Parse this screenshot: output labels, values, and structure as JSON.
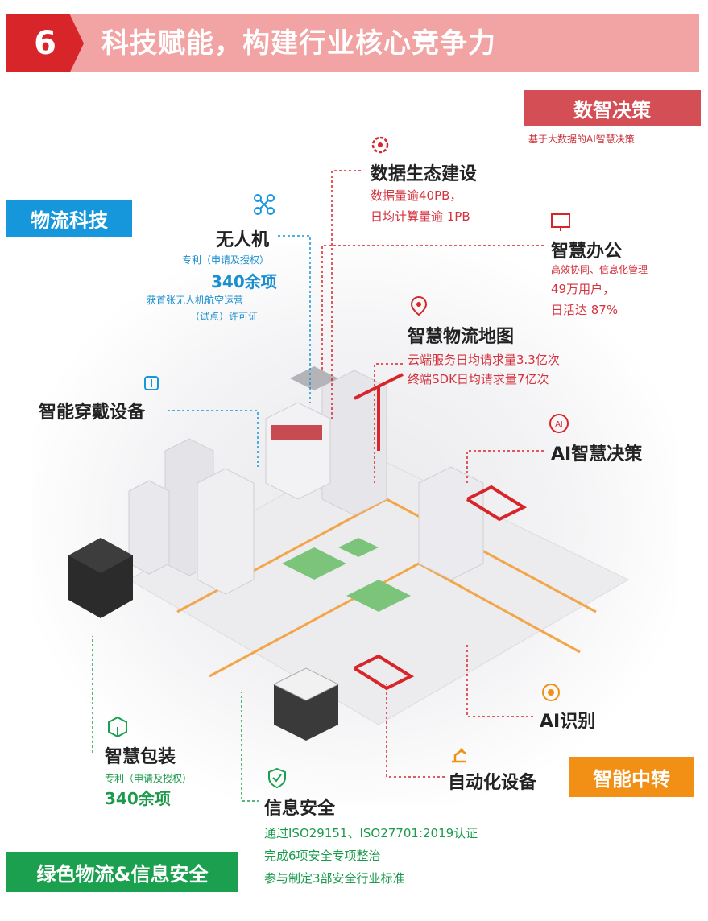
{
  "header": {
    "number": "6",
    "title": "科技赋能，构建行业核心竞争力"
  },
  "tags": {
    "data_decision": "数智决策",
    "data_decision_sub": "基于大数据的AI智慧决策",
    "logistics_tech": "物流科技",
    "smart_transfer": "智能中转",
    "green_security": "绿色物流&信息安全"
  },
  "drone": {
    "title": "无人机",
    "line1": "专利（申请及授权）",
    "value": "340余项",
    "line2": "获首张无人机航空运营",
    "line3": "（试点）许可证"
  },
  "data_eco": {
    "title": "数据生态建设",
    "line1": "数据量逾40PB，",
    "line2": "日均计算量逾 1PB"
  },
  "smart_office": {
    "title": "智慧办公",
    "line1": "高效协同、信息化管理",
    "line2": "49万用户，",
    "line3": "日活达 87%"
  },
  "smart_map": {
    "title": "智慧物流地图",
    "line1": "云端服务日均请求量3.3亿次",
    "line2": "终端SDK日均请求量7亿次"
  },
  "wearable": {
    "title": "智能穿戴设备"
  },
  "ai_decision": {
    "title": "AI智慧决策"
  },
  "ai_recognition": {
    "title": "AI识别"
  },
  "automation": {
    "title": "自动化设备"
  },
  "smart_pack": {
    "title": "智慧包装",
    "line1": "专利（申请及授权）",
    "value": "340余项"
  },
  "info_security": {
    "title": "信息安全",
    "line1": "通过ISO29151、ISO27701:2019认证",
    "line2": "完成6项安全专项整治",
    "line3": "参与制定3部安全行业标准"
  },
  "colors": {
    "red": "#d7252a",
    "pink": "#f2a3a3",
    "blue": "#1797db",
    "orange": "#f19014",
    "green": "#1aa04e"
  }
}
